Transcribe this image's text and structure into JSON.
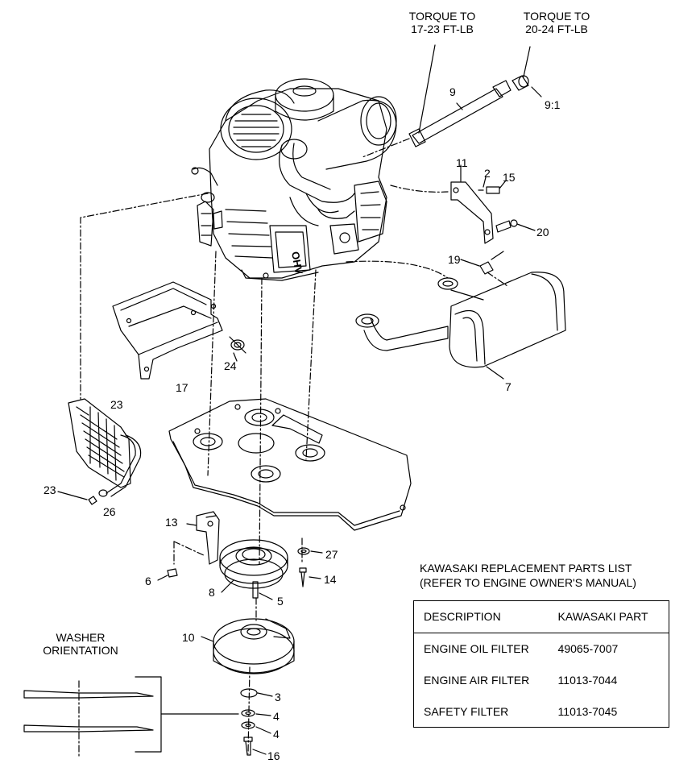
{
  "torque_notes": [
    {
      "line1": "TORQUE TO",
      "line2": "17-23 FT-LB"
    },
    {
      "line1": "TORQUE TO",
      "line2": "20-24 FT-LB"
    }
  ],
  "callouts": {
    "c9": "9",
    "c9_1": "9:1",
    "c11": "11",
    "c2": "2",
    "c15": "15",
    "c20": "20",
    "c19": "19",
    "c7": "7",
    "c24": "24",
    "c17": "17",
    "c23a": "23",
    "c23b": "23",
    "c26": "26",
    "c13": "13",
    "c27": "27",
    "c6": "6",
    "c14": "14",
    "c8": "8",
    "c5": "5",
    "c10": "10",
    "c3": "3",
    "c4a": "4",
    "c4b": "4",
    "c16": "16"
  },
  "washer_orientation": {
    "line1": "WASHER",
    "line2": "ORIENTATION"
  },
  "parts_list": {
    "title1": "KAWASAKI REPLACEMENT PARTS LIST",
    "title2": "(REFER TO ENGINE OWNER'S MANUAL)",
    "headers": {
      "description": "DESCRIPTION",
      "part": "KAWASAKI PART"
    },
    "rows": [
      {
        "description": "ENGINE OIL FILTER",
        "part": "49065-7007"
      },
      {
        "description": "ENGINE AIR FILTER",
        "part": "11013-7044"
      },
      {
        "description": "SAFETY FILTER",
        "part": "11013-7045"
      }
    ]
  },
  "engine_text": "OHV"
}
